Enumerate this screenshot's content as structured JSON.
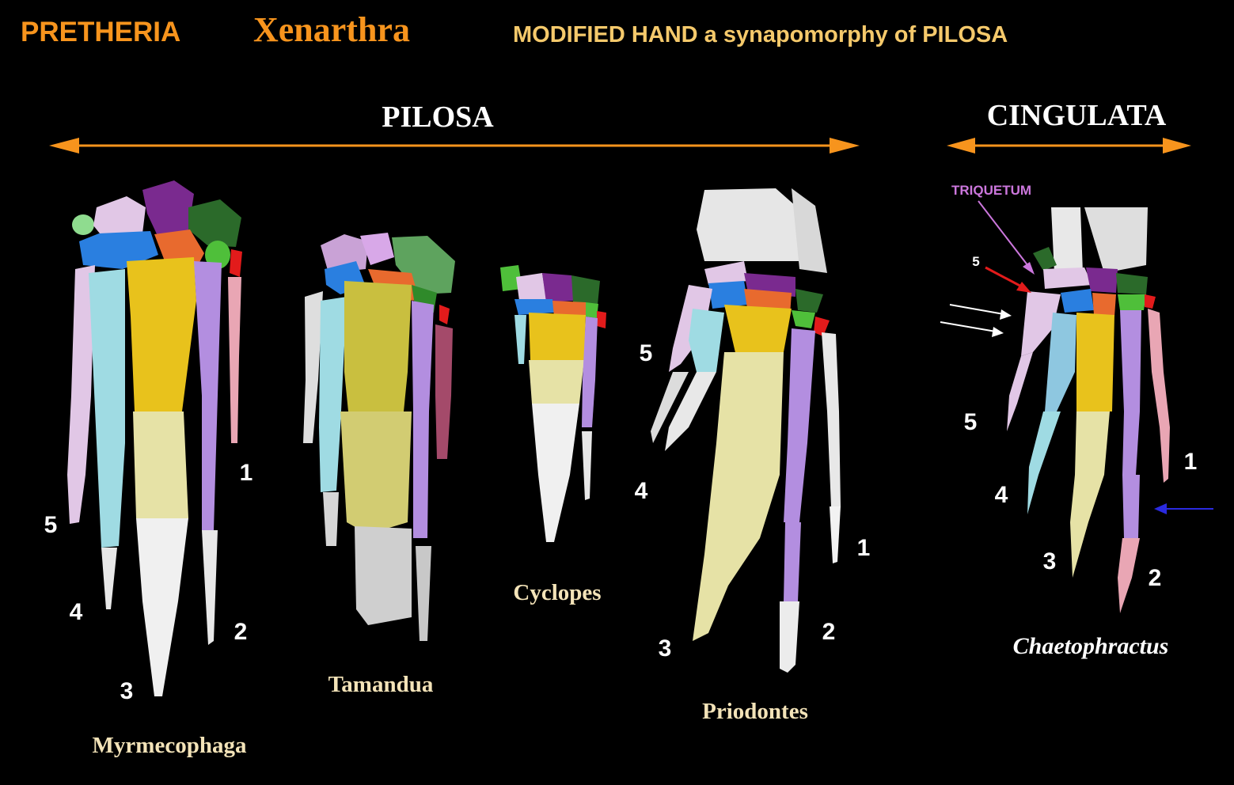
{
  "header": {
    "superorder": "PRETHERIA",
    "order": "Xenarthra",
    "subtitle": "MODIFIED HAND a synapomorphy of PILOSA"
  },
  "groups": {
    "pilosa": "PILOSA",
    "cingulata": "CINGULATA"
  },
  "specimens": {
    "myrmecophaga": "Myrmecophaga",
    "tamandua": "Tamandua",
    "cyclopes": "Cyclopes",
    "priodontes": "Priodontes",
    "chaetophractus": "Chaetophractus"
  },
  "digits": {
    "d1": "1",
    "d2": "2",
    "d3": "3",
    "d4": "4",
    "d5": "5"
  },
  "annotations": {
    "triquetum": "TRIQUETUM",
    "five": "5"
  },
  "colors": {
    "background": "#000000",
    "title_orange": "#f7941d",
    "subtitle_gold": "#f5c96b",
    "arrow_orange": "#f7941d",
    "label_cream": "#f3e3b8",
    "triquetum_violet": "#cc77dd",
    "pointer_red": "#e21b1b",
    "pointer_blue": "#2a2ae0",
    "bone_white": "#e8e8e8",
    "bone_pink": "#e9a6b4",
    "bone_purple": "#b38ee0",
    "bone_yellow": "#e8c21c",
    "bone_pale_yellow": "#e6e2a6",
    "bone_cyan": "#9fdbe3",
    "bone_lilac": "#e1c7e6",
    "bone_blue": "#2a7fe0",
    "bone_orange": "#e86a2e",
    "bone_green": "#2f8a2a",
    "bone_dark_purple": "#7a2a8f"
  }
}
